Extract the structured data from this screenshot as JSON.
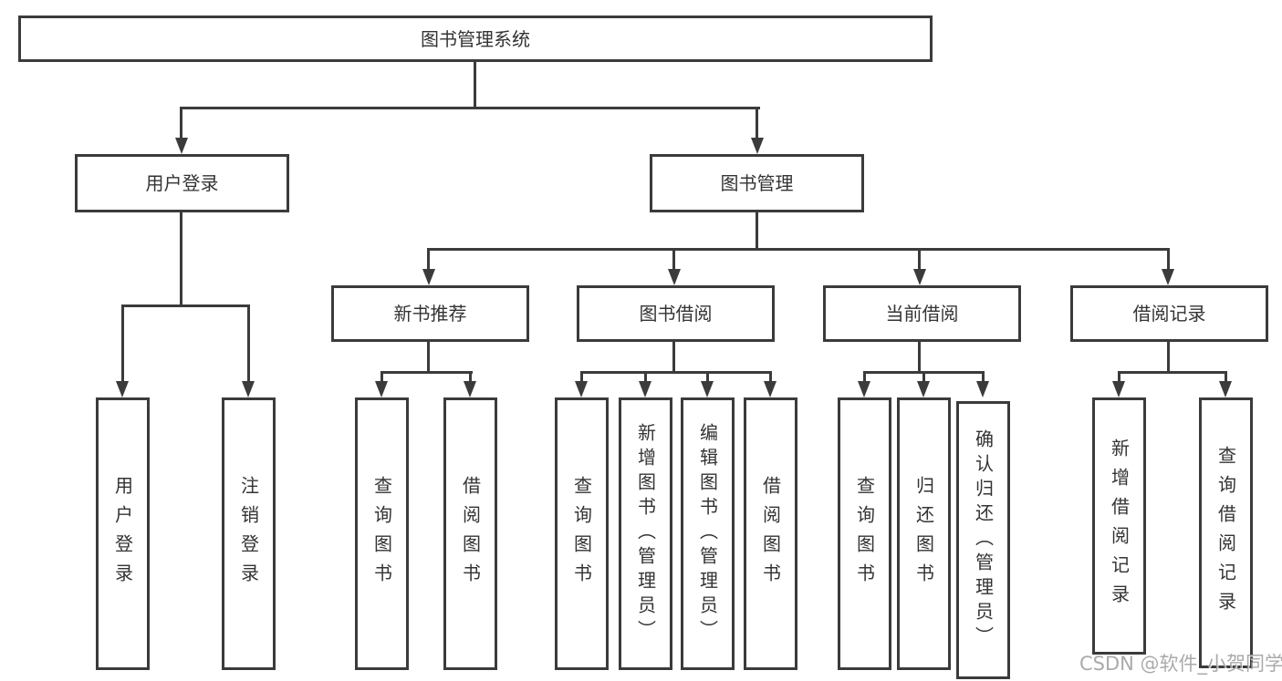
{
  "colors": {
    "box_border": "#3b3b3b",
    "box_text": "#333333",
    "connector": "#3b3b3b",
    "watermark_text": "#9c9c9c",
    "background": "#ffffff"
  },
  "watermark": {
    "text": "CSDN @软件_小贺同学"
  },
  "diagram": {
    "type": "tree",
    "root": {
      "label": "图书管理系统"
    },
    "branches": [
      {
        "label": "用户登录",
        "children": [
          {
            "label": "用户登录"
          },
          {
            "label": "注销登录"
          }
        ]
      },
      {
        "label": "图书管理",
        "children": [
          {
            "label": "新书推荐",
            "children": [
              {
                "label": "查询图书"
              },
              {
                "label": "借阅图书"
              }
            ]
          },
          {
            "label": "图书借阅",
            "children": [
              {
                "label": "查询图书"
              },
              {
                "label": "新增图书（管理员）"
              },
              {
                "label": "编辑图书（管理员）"
              },
              {
                "label": "借阅图书"
              }
            ]
          },
          {
            "label": "当前借阅",
            "children": [
              {
                "label": "查询图书"
              },
              {
                "label": "归还图书"
              },
              {
                "label": "确认归还（管理员）"
              }
            ]
          },
          {
            "label": "借阅记录",
            "children": [
              {
                "label": "新增借阅记录"
              },
              {
                "label": "查询借阅记录"
              }
            ]
          }
        ]
      }
    ]
  }
}
